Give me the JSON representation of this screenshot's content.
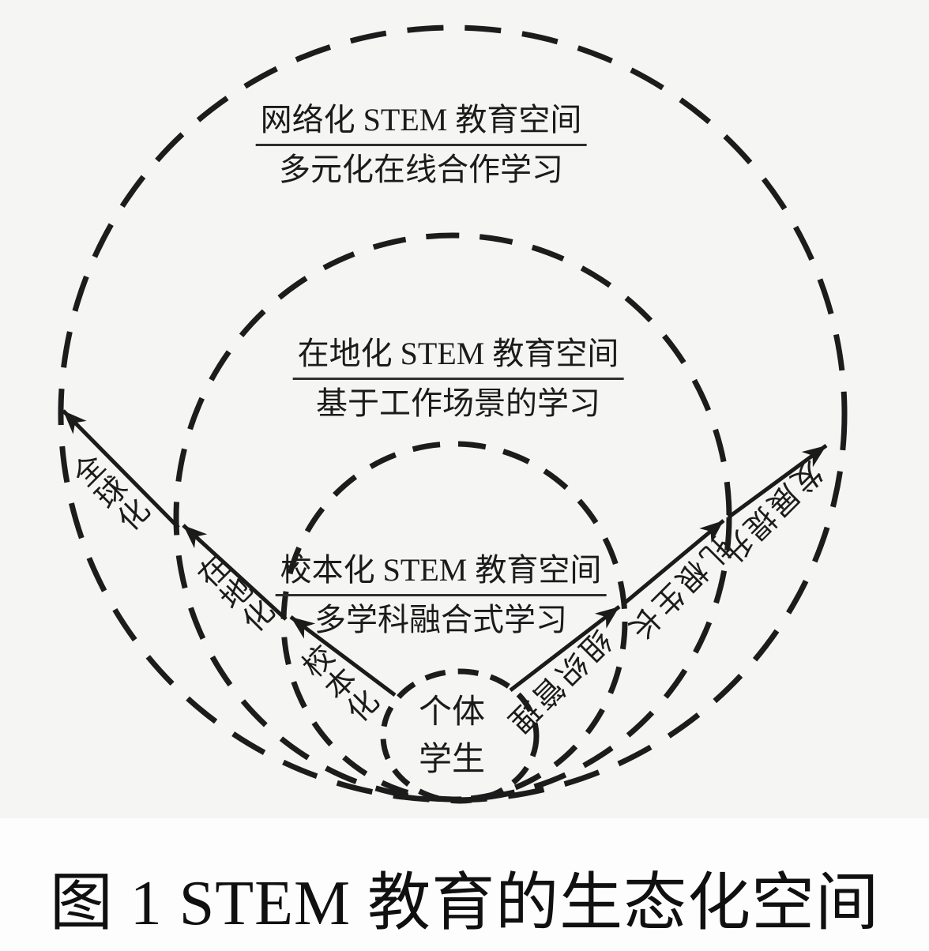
{
  "figure": {
    "caption": "图 1  STEM 教育的生态化空间",
    "rings": [
      {
        "title": "网络化 STEM 教育空间",
        "subtitle": "多元化在线合作学习"
      },
      {
        "title": "在地化 STEM 教育空间",
        "subtitle": "基于工作场景的学习"
      },
      {
        "title": "校本化 STEM 教育空间",
        "subtitle": "多学科融合式学习"
      }
    ],
    "core": {
      "line1": "个体",
      "line2": "学生"
    },
    "left_arrow_labels": [
      "全球化",
      "在地化",
      "校本化"
    ],
    "right_arrow_labels": [
      "发展提升",
      "扎根生长",
      "组织管理"
    ],
    "colors": {
      "ink": "#1b1b1b",
      "paper_tint": "#f5f5f4",
      "underline": "#2e2e2e"
    }
  }
}
